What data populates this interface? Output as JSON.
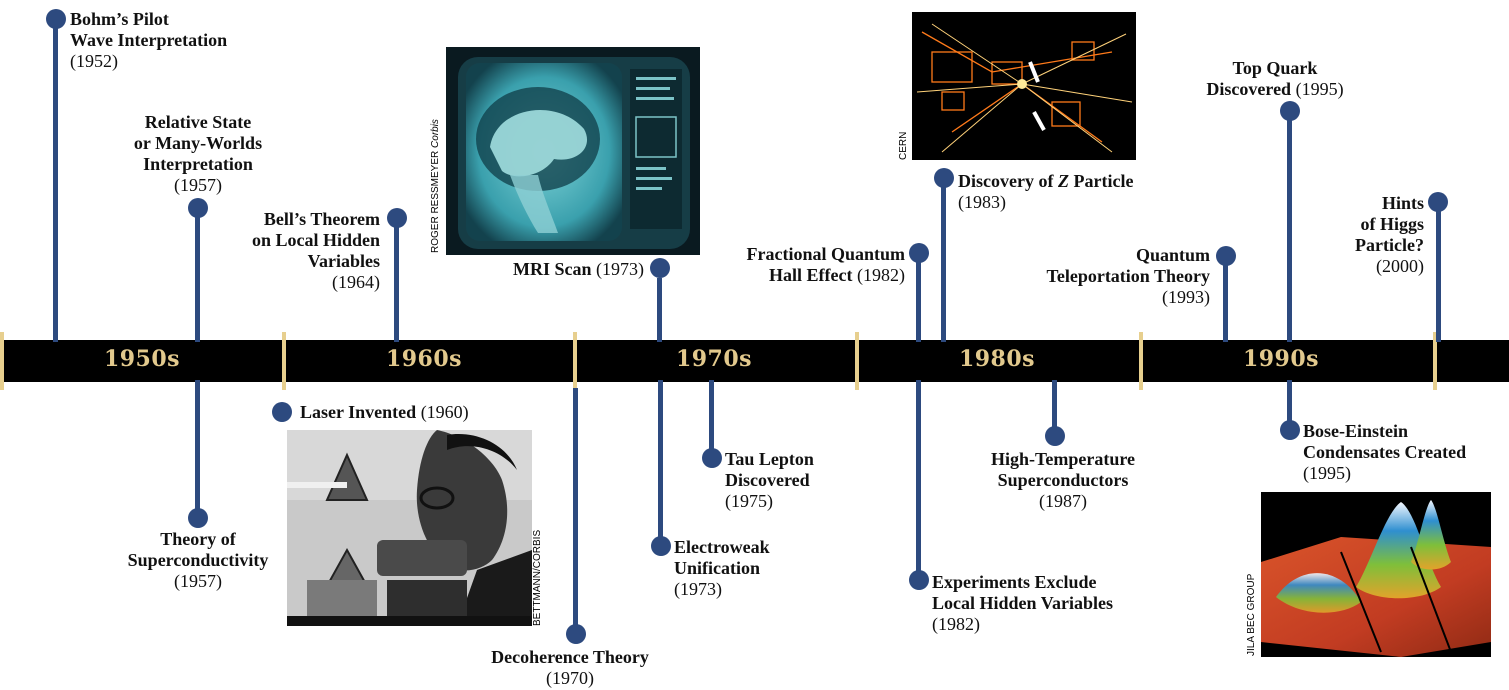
{
  "decades": [
    "1950s",
    "1960s",
    "1970s",
    "1980s",
    "1990s"
  ],
  "events": {
    "bohm": {
      "title1": "Bohm’s Pilot",
      "title2": "Wave Interpretation",
      "year": "(1952)"
    },
    "manyworlds": {
      "title1": "Relative State",
      "title2": "or Many-Worlds",
      "title3": "Interpretation",
      "year": "(1957)"
    },
    "bell": {
      "title1": "Bell’s Theorem",
      "title2": "on Local Hidden",
      "title3": "Variables",
      "year": "(1964)"
    },
    "mri": {
      "title": "MRI Scan",
      "year": "(1973)"
    },
    "fqhe": {
      "title1": "Fractional Quantum",
      "title2": "Hall Effect",
      "year": "(1982)"
    },
    "zparticle": {
      "title_pre": "Discovery of ",
      "title_italic": "Z",
      "title_post": " Particle",
      "year": "(1983)"
    },
    "teleport": {
      "title1": "Quantum",
      "title2": "Teleportation Theory",
      "year": "(1993)"
    },
    "topquark": {
      "title1": "Top Quark",
      "title2": "Discovered",
      "year": "(1995)"
    },
    "higgs": {
      "title1": "Hints",
      "title2": "of Higgs",
      "title3": "Particle?",
      "year": "(2000)"
    },
    "supercond": {
      "title1": "Theory of",
      "title2": "Superconductivity",
      "year": "(1957)"
    },
    "laser": {
      "title": "Laser Invented",
      "year": "(1960)"
    },
    "decoherence": {
      "title": "Decoherence Theory",
      "year": "(1970)"
    },
    "tau": {
      "title1": "Tau Lepton",
      "title2": "Discovered",
      "year": "(1975)"
    },
    "electroweak": {
      "title1": "Electroweak",
      "title2": "Unification",
      "year": "(1973)"
    },
    "experiments": {
      "title1": "Experiments Exclude",
      "title2": "Local Hidden Variables",
      "year": "(1982)"
    },
    "hightemp": {
      "title1": "High-Temperature",
      "title2": "Superconductors",
      "year": "(1987)"
    },
    "bec": {
      "title1": "Bose-Einstein",
      "title2": "Condensates Created",
      "year": "(1995)"
    }
  },
  "credits": {
    "mri_pre": "ROGER RESSMEYER ",
    "mri_italic": "Corbis",
    "cern": "CERN",
    "laser": "BETTMANN/CORBIS",
    "bec": "JILA BEC GROUP"
  },
  "colors": {
    "band": "#000000",
    "decade_text": "#e2c98d",
    "tick": "#e7cf8e",
    "marker": "#2d4a7f"
  }
}
